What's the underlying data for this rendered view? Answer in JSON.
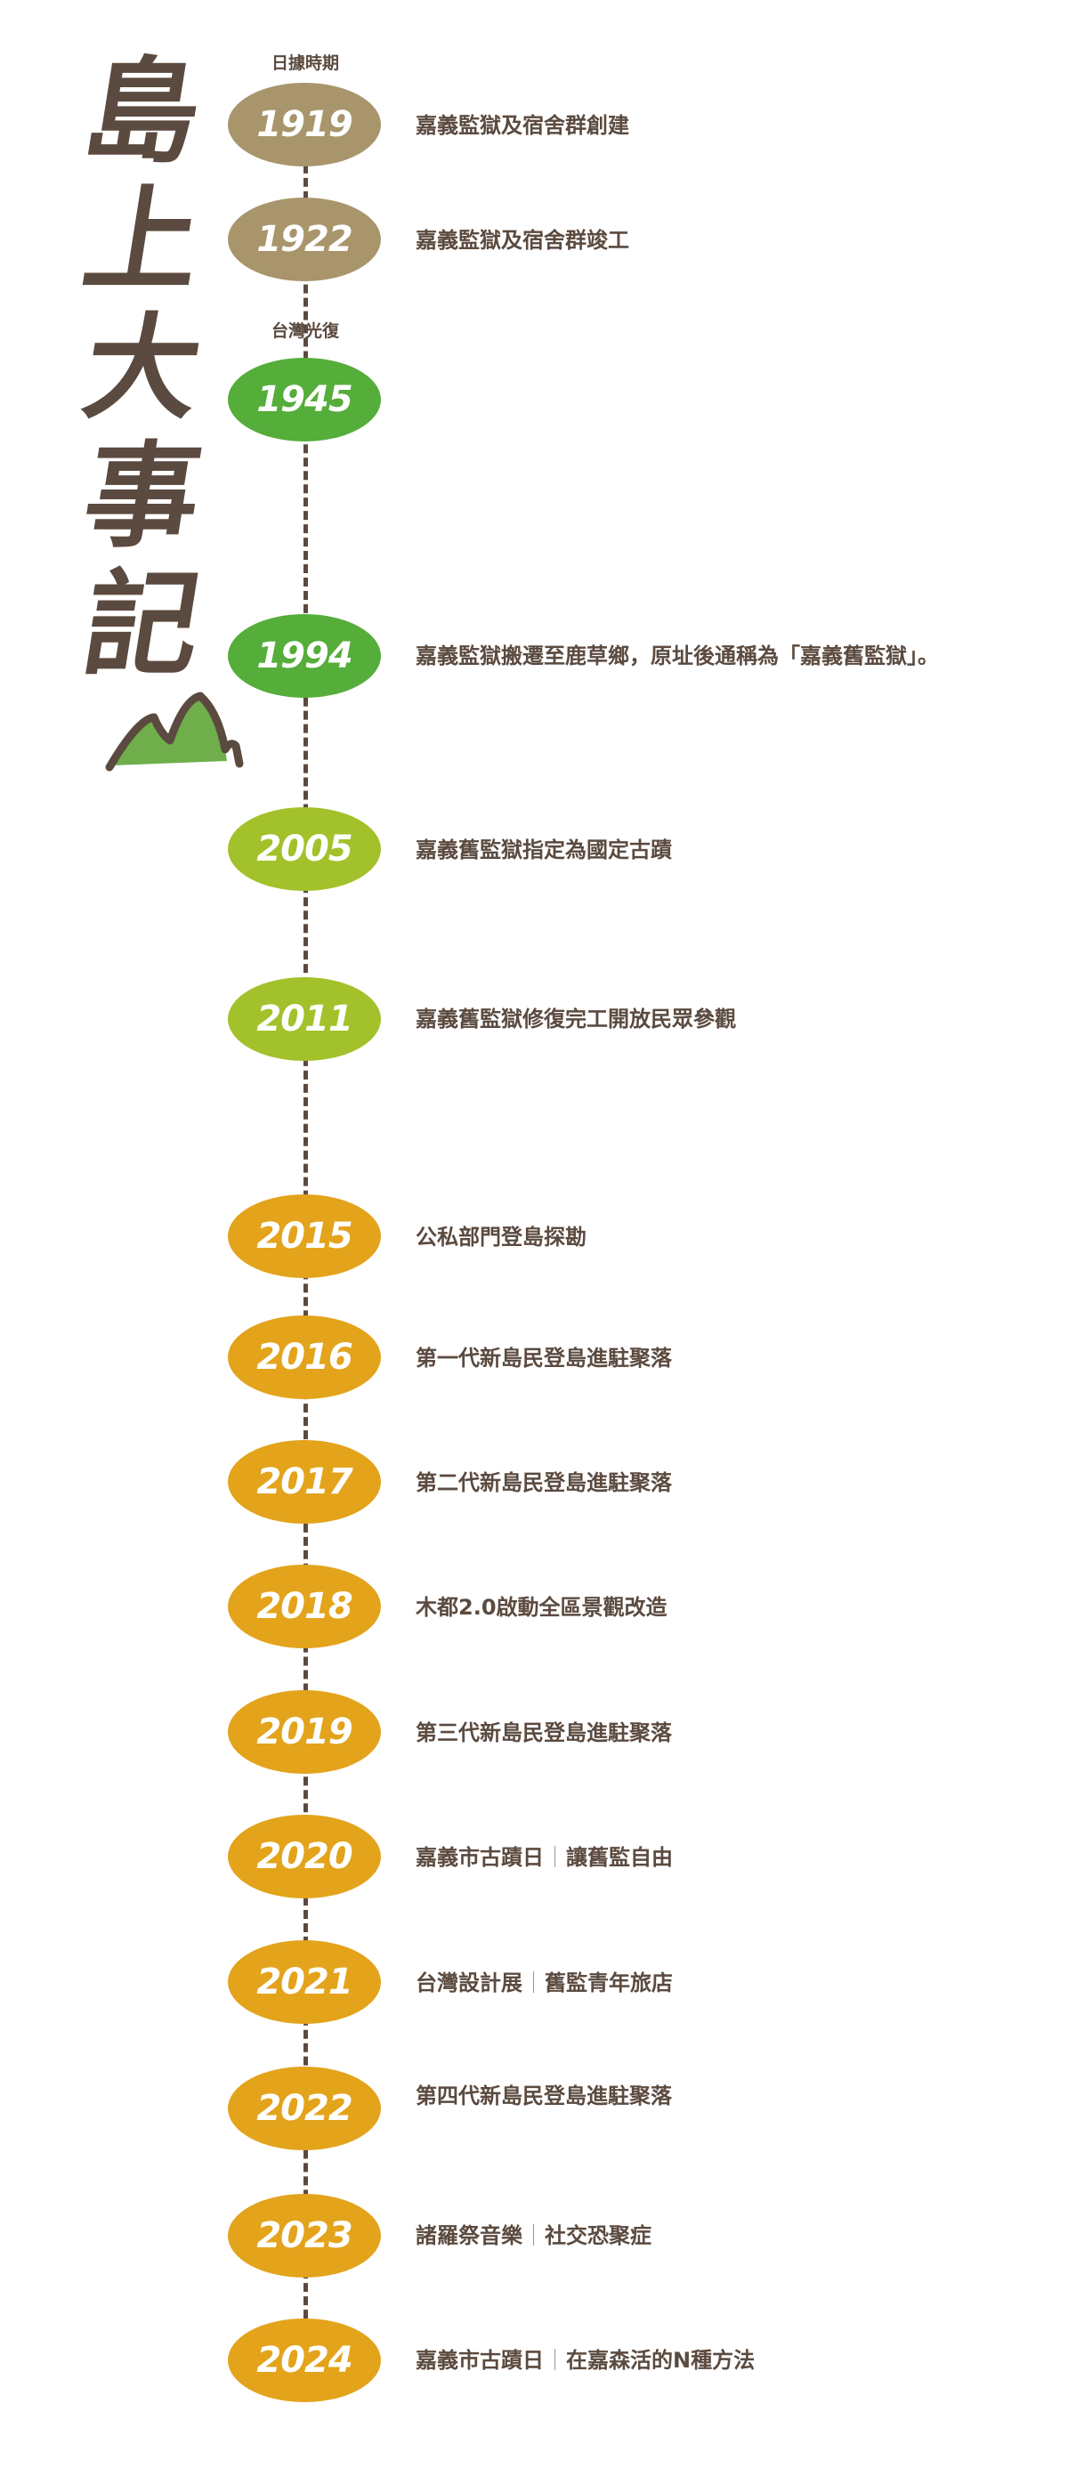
{
  "title_chars": [
    "島",
    "上",
    "大",
    "事",
    "記"
  ],
  "colors": {
    "text_brown": "#5b4a3f",
    "era_japanese": "#a8956b",
    "era_green_dark": "#55ad3a",
    "era_green_light": "#a3c12a",
    "era_orange": "#e3a31b",
    "mountain_green": "#6fae4a"
  },
  "icons": {
    "mountain": "mountain-icon"
  },
  "era_labels": {
    "japanese_rule": "日據時期",
    "retrocession": "台灣光復"
  },
  "events": [
    {
      "year": "1919",
      "parts": [
        "嘉義監獄及宿舍群創建"
      ]
    },
    {
      "year": "1922",
      "parts": [
        "嘉義監獄及宿舍群竣工"
      ]
    },
    {
      "year": "1945",
      "parts": []
    },
    {
      "year": "1994",
      "parts": [
        "嘉義監獄搬遷至鹿草鄉，原址後通稱為「嘉義舊監獄」。"
      ]
    },
    {
      "year": "2005",
      "parts": [
        "嘉義舊監獄指定為國定古蹟"
      ]
    },
    {
      "year": "2011",
      "parts": [
        "嘉義舊監獄修復完工開放民眾參觀"
      ]
    },
    {
      "year": "2015",
      "parts": [
        "公私部門登島探勘"
      ]
    },
    {
      "year": "2016",
      "parts": [
        "第一代新島民登島進駐聚落"
      ]
    },
    {
      "year": "2017",
      "parts": [
        "第二代新島民登島進駐聚落"
      ]
    },
    {
      "year": "2018",
      "parts": [
        "木都2.0啟動全區景觀改造"
      ]
    },
    {
      "year": "2019",
      "parts": [
        "第三代新島民登島進駐聚落"
      ]
    },
    {
      "year": "2020",
      "parts": [
        "嘉義市古蹟日",
        "讓舊監自由"
      ]
    },
    {
      "year": "2021",
      "parts": [
        "台灣設計展",
        "舊監青年旅店"
      ]
    },
    {
      "year": "2022",
      "parts": [
        "第四代新島民登島進駐聚落"
      ]
    },
    {
      "year": "2023",
      "parts": [
        "諸羅祭音樂",
        "社交恐聚症"
      ]
    },
    {
      "year": "2024",
      "parts": [
        "嘉義市古蹟日",
        "在嘉森活的N種方法"
      ]
    }
  ]
}
